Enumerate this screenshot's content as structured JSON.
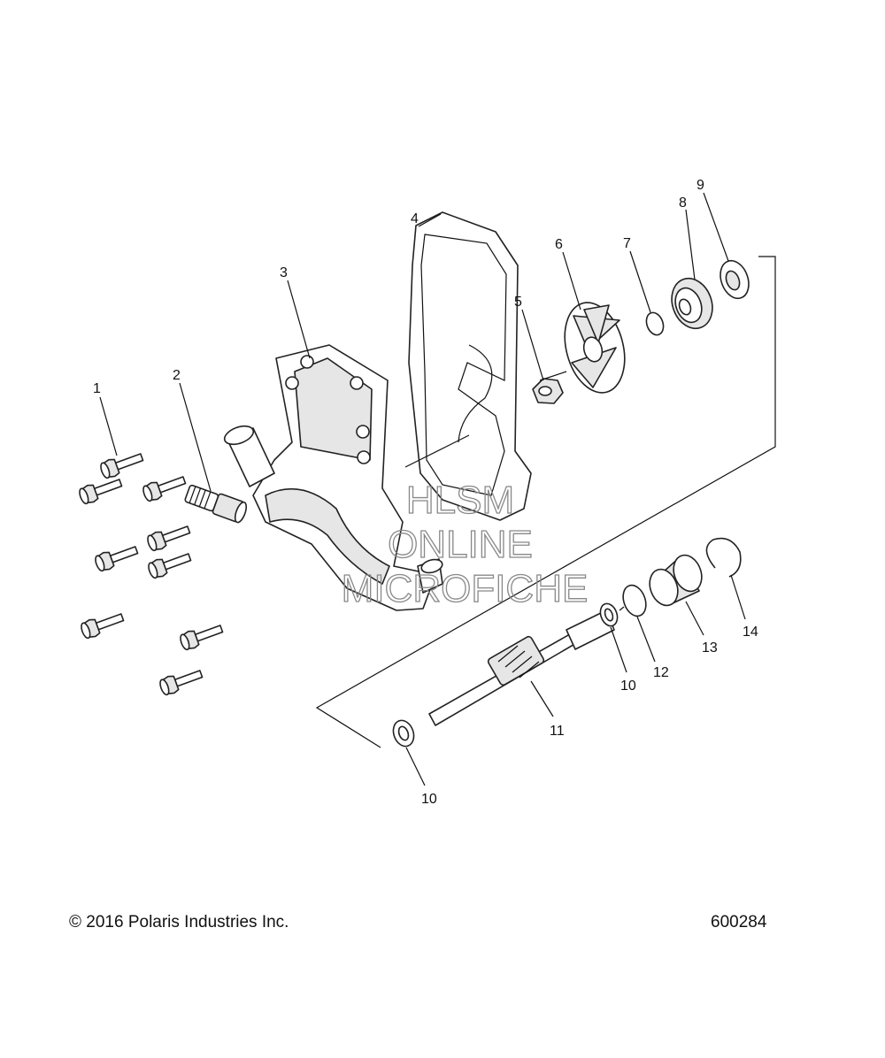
{
  "callouts": [
    {
      "id": "p1",
      "label": "1"
    },
    {
      "id": "p2",
      "label": "2"
    },
    {
      "id": "p3",
      "label": "3"
    },
    {
      "id": "p4",
      "label": "4"
    },
    {
      "id": "p5",
      "label": "5"
    },
    {
      "id": "p6",
      "label": "6"
    },
    {
      "id": "p7",
      "label": "7"
    },
    {
      "id": "p8",
      "label": "8"
    },
    {
      "id": "p9",
      "label": "9"
    },
    {
      "id": "p10a",
      "label": "10"
    },
    {
      "id": "p10b",
      "label": "10"
    },
    {
      "id": "p11",
      "label": "11"
    },
    {
      "id": "p12",
      "label": "12"
    },
    {
      "id": "p13",
      "label": "13"
    },
    {
      "id": "p14",
      "label": "14"
    }
  ],
  "watermark": {
    "line1": "HLSM",
    "line2": "ONLINE",
    "line3": "MICROFICHE"
  },
  "footer": {
    "copyright": "© 2016 Polaris Industries Inc.",
    "figure_number": "600284"
  }
}
